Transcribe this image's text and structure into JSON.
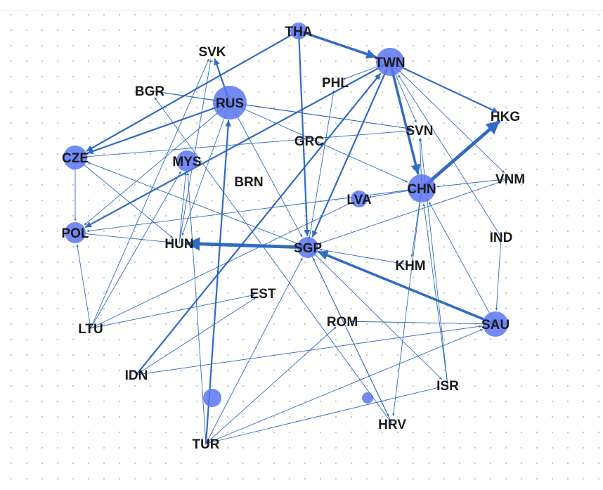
{
  "colors": {
    "edge": "#1f5fbf",
    "node": "#5a74f2",
    "label": "#1a1a1a"
  },
  "nodes": [
    {
      "id": "THA",
      "label": "THA"
    },
    {
      "id": "SVK",
      "label": "SVK"
    },
    {
      "id": "TWN",
      "label": "TWN"
    },
    {
      "id": "BGR",
      "label": "BGR"
    },
    {
      "id": "RUS",
      "label": "RUS"
    },
    {
      "id": "PHL",
      "label": "PHL"
    },
    {
      "id": "HKG",
      "label": "HKG"
    },
    {
      "id": "SVN",
      "label": "SVN"
    },
    {
      "id": "GRC",
      "label": "GRC"
    },
    {
      "id": "CZE",
      "label": "CZE"
    },
    {
      "id": "MYS",
      "label": "MYS"
    },
    {
      "id": "BRN",
      "label": "BRN"
    },
    {
      "id": "CHN",
      "label": "CHN"
    },
    {
      "id": "VNM",
      "label": "VNM"
    },
    {
      "id": "LVA",
      "label": "LVA"
    },
    {
      "id": "POL",
      "label": "POL"
    },
    {
      "id": "HUN",
      "label": "HUN"
    },
    {
      "id": "SGP",
      "label": "SGP"
    },
    {
      "id": "IND",
      "label": "IND"
    },
    {
      "id": "KHM",
      "label": "KHM"
    },
    {
      "id": "EST",
      "label": "EST"
    },
    {
      "id": "LTU",
      "label": "LTU"
    },
    {
      "id": "ROM",
      "label": "ROM"
    },
    {
      "id": "SAU",
      "label": "SAU"
    },
    {
      "id": "IDN",
      "label": "IDN"
    },
    {
      "id": "ISR",
      "label": "ISR"
    },
    {
      "id": "HRV",
      "label": "HRV"
    },
    {
      "id": "TUR",
      "label": "TUR"
    },
    {
      "id": "UNL1",
      "label": ""
    },
    {
      "id": "UNL2",
      "label": ""
    }
  ],
  "edges": [
    {
      "from": "THA",
      "to": "TWN",
      "weight": 3
    },
    {
      "from": "THA",
      "to": "SGP",
      "weight": 2
    },
    {
      "from": "THA",
      "to": "CZE",
      "weight": 2
    },
    {
      "from": "RUS",
      "to": "SVK",
      "weight": 2
    },
    {
      "from": "RUS",
      "to": "CZE",
      "weight": 2
    },
    {
      "from": "RUS",
      "to": "POL",
      "weight": 1
    },
    {
      "from": "RUS",
      "to": "SGP",
      "weight": 1
    },
    {
      "from": "RUS",
      "to": "HUN",
      "weight": 1
    },
    {
      "from": "RUS",
      "to": "CHN",
      "weight": 1
    },
    {
      "from": "RUS",
      "to": "SVN",
      "weight": 1
    },
    {
      "from": "RUS",
      "to": "BGR",
      "weight": 1
    },
    {
      "from": "TUR",
      "to": "RUS",
      "weight": 2
    },
    {
      "from": "TUR",
      "to": "SGP",
      "weight": 1
    },
    {
      "from": "TUR",
      "to": "MYS",
      "weight": 1
    },
    {
      "from": "TUR",
      "to": "ROM",
      "weight": 1
    },
    {
      "from": "TUR",
      "to": "SAU",
      "weight": 1
    },
    {
      "from": "TUR",
      "to": "ISR",
      "weight": 1
    },
    {
      "from": "TWN",
      "to": "CHN",
      "weight": 3
    },
    {
      "from": "TWN",
      "to": "HKG",
      "weight": 2
    },
    {
      "from": "TWN",
      "to": "SGP",
      "weight": 2
    },
    {
      "from": "TWN",
      "to": "POL",
      "weight": 2
    },
    {
      "from": "TWN",
      "to": "PHL",
      "weight": 1
    },
    {
      "from": "TWN",
      "to": "SVN",
      "weight": 1
    },
    {
      "from": "TWN",
      "to": "VNM",
      "weight": 1
    },
    {
      "from": "IDN",
      "to": "TWN",
      "weight": 2
    },
    {
      "from": "IDN",
      "to": "SAU",
      "weight": 1
    },
    {
      "from": "IDN",
      "to": "EST",
      "weight": 1
    },
    {
      "from": "CHN",
      "to": "HKG",
      "weight": 4
    },
    {
      "from": "CHN",
      "to": "SVN",
      "weight": 1
    },
    {
      "from": "CHN",
      "to": "LVA",
      "weight": 1
    },
    {
      "from": "CHN",
      "to": "POL",
      "weight": 1
    },
    {
      "from": "CHN",
      "to": "HRV",
      "weight": 1
    },
    {
      "from": "CHN",
      "to": "KHM",
      "weight": 1
    },
    {
      "from": "SGP",
      "to": "HUN",
      "weight": 4
    },
    {
      "from": "SGP",
      "to": "PHL",
      "weight": 1
    },
    {
      "from": "SGP",
      "to": "HRV",
      "weight": 1
    },
    {
      "from": "SGP",
      "to": "ISR",
      "weight": 1
    },
    {
      "from": "SGP",
      "to": "CZE",
      "weight": 1
    },
    {
      "from": "SAU",
      "to": "SGP",
      "weight": 3
    },
    {
      "from": "SAU",
      "to": "ROM",
      "weight": 1
    },
    {
      "from": "SAU",
      "to": "CHN",
      "weight": 1
    },
    {
      "from": "IND",
      "to": "SAU",
      "weight": 1
    },
    {
      "from": "IND",
      "to": "TWN",
      "weight": 1
    },
    {
      "from": "VNM",
      "to": "SGP",
      "weight": 1
    },
    {
      "from": "VNM",
      "to": "CHN",
      "weight": 1
    },
    {
      "from": "LTU",
      "to": "POL",
      "weight": 1
    },
    {
      "from": "LTU",
      "to": "SVK",
      "weight": 1
    },
    {
      "from": "LTU",
      "to": "MYS",
      "weight": 1
    },
    {
      "from": "LTU",
      "to": "EST",
      "weight": 1
    },
    {
      "from": "LTU",
      "to": "LVA",
      "weight": 1
    },
    {
      "from": "CZE",
      "to": "POL",
      "weight": 1
    },
    {
      "from": "CZE",
      "to": "HUN",
      "weight": 1
    },
    {
      "from": "CZE",
      "to": "SVN",
      "weight": 1
    },
    {
      "from": "POL",
      "to": "HUN",
      "weight": 1
    },
    {
      "from": "HUN",
      "to": "SVK",
      "weight": 1
    },
    {
      "from": "HUN",
      "to": "MYS",
      "weight": 1
    },
    {
      "from": "BGR",
      "to": "SVN",
      "weight": 1
    },
    {
      "from": "HRV",
      "to": "BGR",
      "weight": 1
    },
    {
      "from": "HRV",
      "to": "SGP",
      "weight": 1
    },
    {
      "from": "ISR",
      "to": "CHN",
      "weight": 1
    },
    {
      "from": "ISR",
      "to": "SVN",
      "weight": 1
    },
    {
      "from": "KHM",
      "to": "SGP",
      "weight": 1
    }
  ]
}
